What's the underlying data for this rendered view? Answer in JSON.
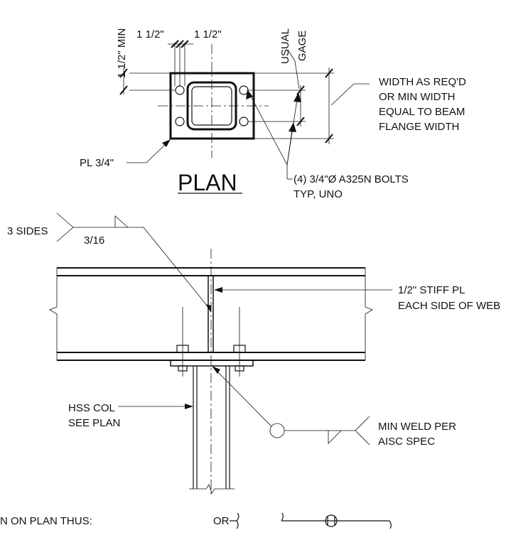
{
  "plan": {
    "title": "PLAN",
    "edge_dim": "1 1/2\" MIN",
    "bolt_dim_left": "1 1/2\"",
    "bolt_dim_right": "1 1/2\"",
    "usual_gage": [
      "USUAL",
      "GAGE"
    ],
    "width_note": [
      "WIDTH AS REQ'D",
      "OR MIN WIDTH",
      "EQUAL TO BEAM",
      "FLANGE WIDTH"
    ],
    "plate_label": "PL 3/4\"",
    "bolts_note": [
      "(4) 3/4\"Ø A325N BOLTS",
      "TYP, UNO"
    ]
  },
  "elevation": {
    "weld_sides": "3 SIDES",
    "weld_size": "3/16",
    "stiffener_note": [
      "1/2\" STIFF PL",
      "EACH SIDE OF WEB"
    ],
    "column_note": [
      "HSS COL",
      "SEE PLAN"
    ],
    "min_weld_note": [
      "MIN WELD PER",
      "AISC SPEC"
    ]
  },
  "legend": {
    "plan_thus": "N ON PLAN THUS:",
    "or": "OR"
  }
}
